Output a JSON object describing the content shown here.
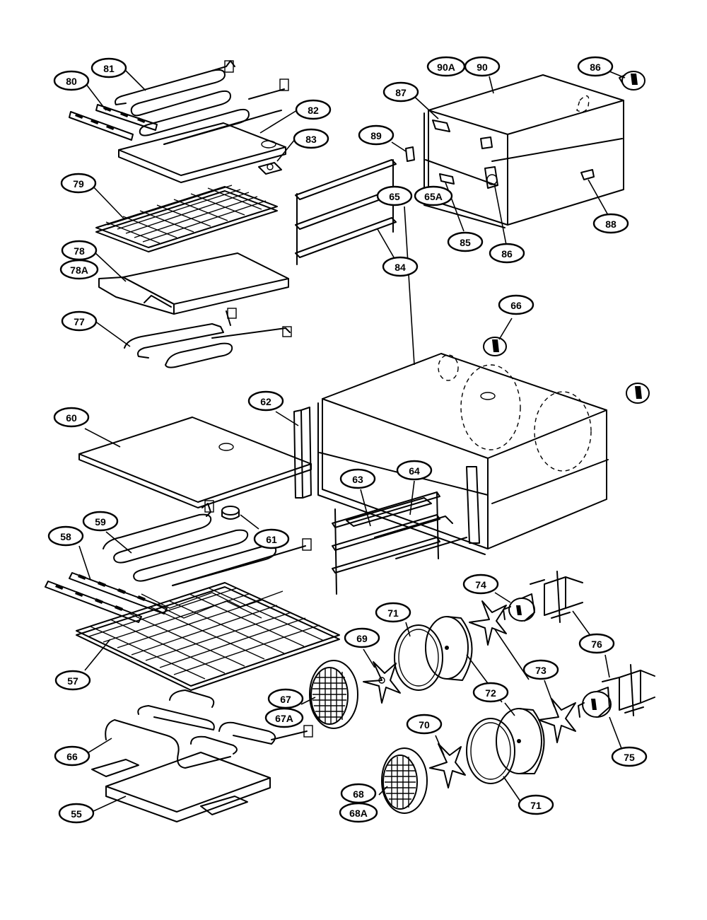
{
  "diagram": {
    "type": "exploded-parts-diagram",
    "callouts": [
      {
        "id": "c81",
        "label": "81"
      },
      {
        "id": "c80",
        "label": "80"
      },
      {
        "id": "c82",
        "label": "82"
      },
      {
        "id": "c83",
        "label": "83"
      },
      {
        "id": "c79",
        "label": "79"
      },
      {
        "id": "c78",
        "label": "78"
      },
      {
        "id": "c78A",
        "label": "78A"
      },
      {
        "id": "c77",
        "label": "77"
      },
      {
        "id": "c89",
        "label": "89"
      },
      {
        "id": "c84",
        "label": "84"
      },
      {
        "id": "c87",
        "label": "87"
      },
      {
        "id": "c90A",
        "label": "90A"
      },
      {
        "id": "c90",
        "label": "90"
      },
      {
        "id": "c86top",
        "label": "86"
      },
      {
        "id": "c85",
        "label": "85"
      },
      {
        "id": "c86mid",
        "label": "86"
      },
      {
        "id": "c88",
        "label": "88"
      },
      {
        "id": "c66top",
        "label": "66"
      },
      {
        "id": "c65",
        "label": "65"
      },
      {
        "id": "c65A",
        "label": "65A"
      },
      {
        "id": "c60",
        "label": "60"
      },
      {
        "id": "c62",
        "label": "62"
      },
      {
        "id": "c63",
        "label": "63"
      },
      {
        "id": "c64",
        "label": "64"
      },
      {
        "id": "c61",
        "label": "61"
      },
      {
        "id": "c59",
        "label": "59"
      },
      {
        "id": "c58",
        "label": "58"
      },
      {
        "id": "c57",
        "label": "57"
      },
      {
        "id": "c74",
        "label": "74"
      },
      {
        "id": "c76",
        "label": "76"
      },
      {
        "id": "c71a",
        "label": "71"
      },
      {
        "id": "c69",
        "label": "69"
      },
      {
        "id": "c73",
        "label": "73"
      },
      {
        "id": "c72",
        "label": "72"
      },
      {
        "id": "c67",
        "label": "67"
      },
      {
        "id": "c67A",
        "label": "67A"
      },
      {
        "id": "c70",
        "label": "70"
      },
      {
        "id": "c66bot",
        "label": "66"
      },
      {
        "id": "c68",
        "label": "68"
      },
      {
        "id": "c68A",
        "label": "68A"
      },
      {
        "id": "c71b",
        "label": "71"
      },
      {
        "id": "c75",
        "label": "75"
      },
      {
        "id": "c55",
        "label": "55"
      }
    ]
  }
}
